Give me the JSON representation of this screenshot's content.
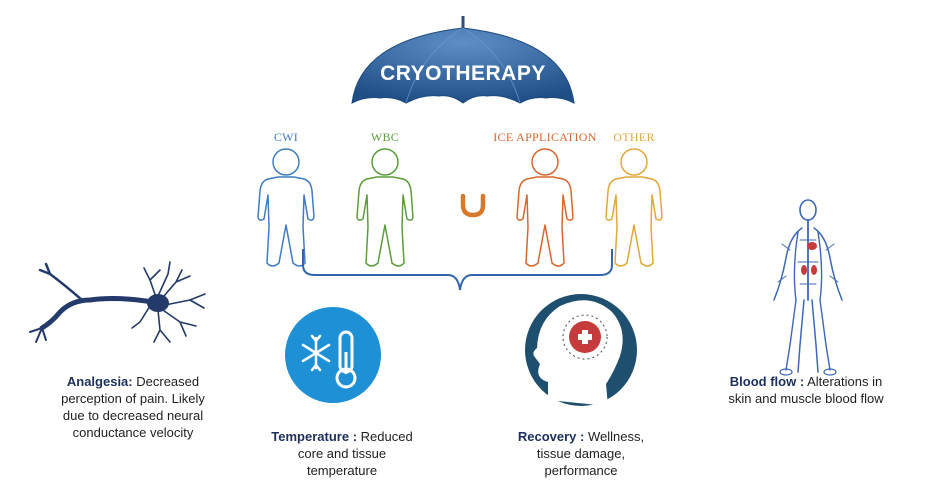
{
  "umbrella": {
    "title": "CRYOTHERAPY"
  },
  "modalities": [
    {
      "label": "CWI",
      "color": "#3f7cc4"
    },
    {
      "label": "WBC",
      "color": "#5a9d3c"
    },
    {
      "label": "ICE APPLICATION",
      "color": "#d9662f"
    },
    {
      "label": "OTHER",
      "color": "#e3a63a"
    }
  ],
  "effects": {
    "analgesia": {
      "title": "Analgesia:",
      "text": "Decreased perception of pain. Likely due to decreased neural conductance velocity"
    },
    "temperature": {
      "title": "Temperature :",
      "text": "Reduced core and tissue temperature"
    },
    "recovery": {
      "title": "Recovery :",
      "text": "Wellness, tissue damage, performance"
    },
    "blood_flow": {
      "title": "Blood flow :",
      "text": "Alterations in skin and muscle blood flow"
    }
  },
  "colors": {
    "umbrella": "#2e5f96",
    "bracket": "#3566ad",
    "navy": "#243a6b",
    "temperature_circle": "#1e90d6",
    "recovery_dark": "#1f4f6e",
    "cross_red": "#c63b3b",
    "handle": "#d7792a"
  }
}
